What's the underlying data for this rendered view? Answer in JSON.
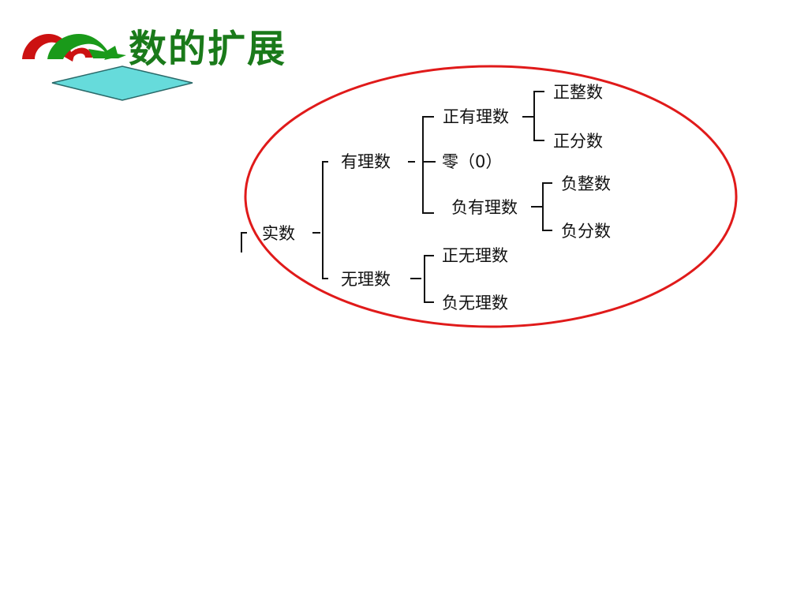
{
  "title": {
    "text": "数的扩展",
    "color": "#1a7a1a"
  },
  "logo": {
    "arrow_red": "#cc1111",
    "arrow_green": "#1a9a1a",
    "diamond_fill": "#66dbdb",
    "diamond_stroke": "#2a6a6a"
  },
  "highlight": {
    "color": "#e01a1a"
  },
  "tree": {
    "root": "实数",
    "rational": "有理数",
    "irrational": "无理数",
    "positive_rational": "正有理数",
    "zero": "零（0）",
    "negative_rational": "负有理数",
    "positive_integer": "正整数",
    "positive_fraction": "正分数",
    "negative_integer": "负整数",
    "negative_fraction": "负分数",
    "positive_irrational": "正无理数",
    "negative_irrational": "负无理数"
  }
}
